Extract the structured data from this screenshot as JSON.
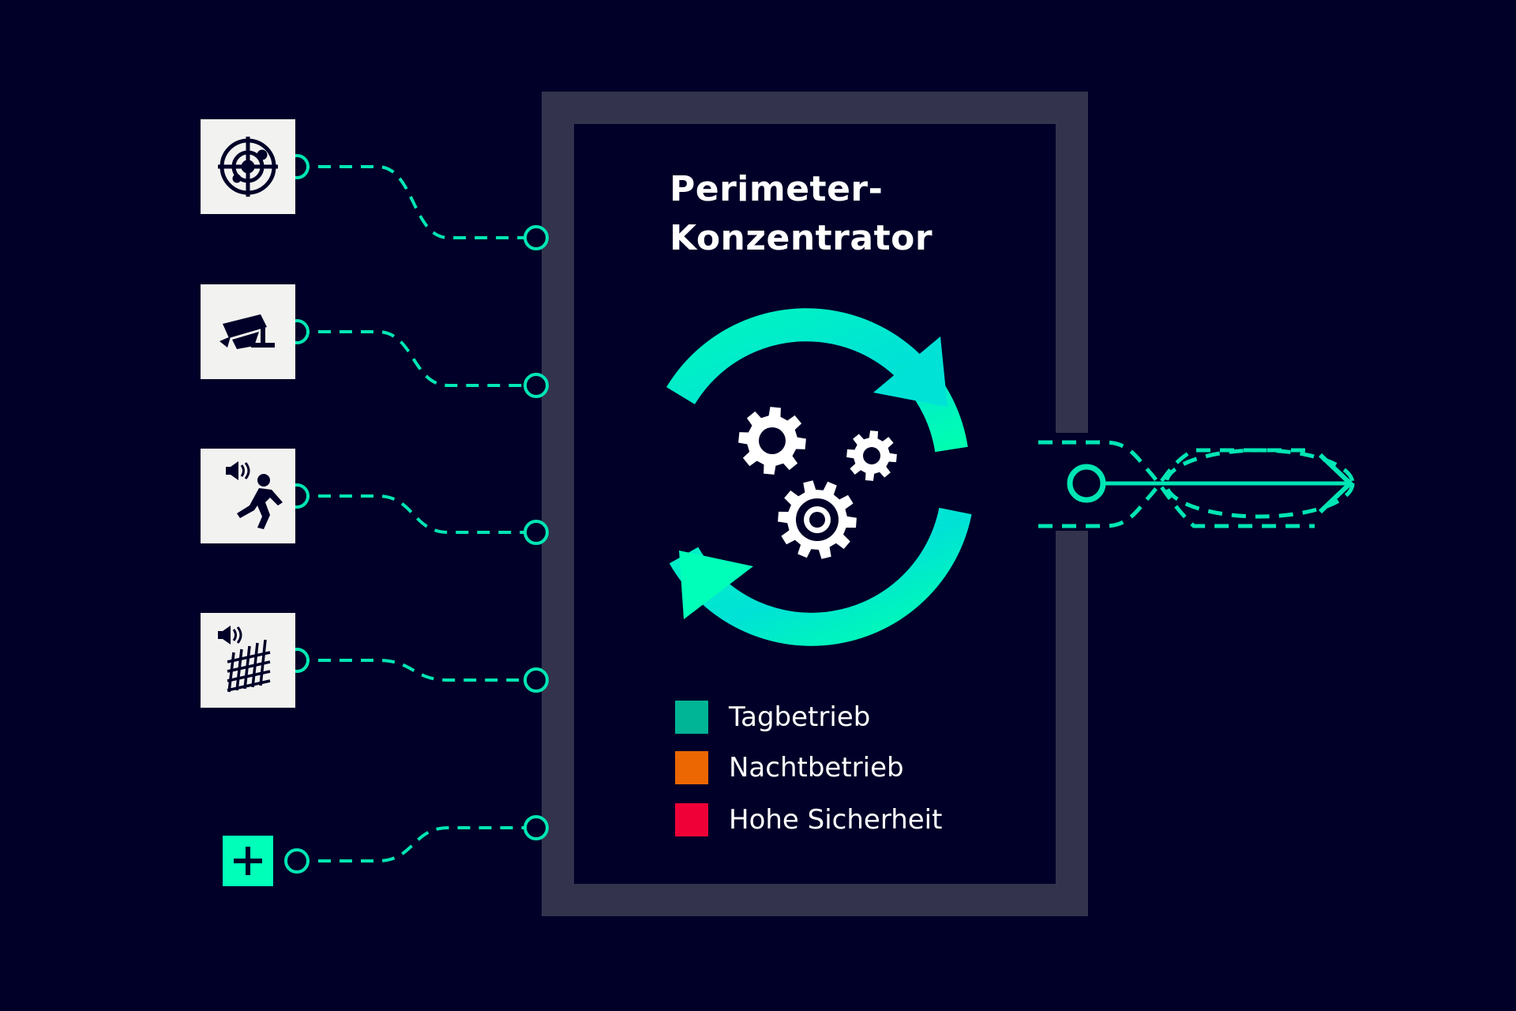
{
  "title": {
    "line1": "Perimeter-",
    "line2": "Konzentrator"
  },
  "colors": {
    "background": "#000028",
    "frame": "#33334d",
    "accent": "#00e6b4",
    "icon_tile": "#f2f2f0",
    "add_tile": "#00ffb9"
  },
  "inputs": [
    {
      "icon": "radar-icon"
    },
    {
      "icon": "surveillance-camera-icon"
    },
    {
      "icon": "person-alarm-icon"
    },
    {
      "icon": "fence-alarm-icon"
    },
    {
      "icon": "plus-icon"
    }
  ],
  "process_icon": "gears-cycle-icon",
  "output_icon": "output-arrow-icon",
  "legend": [
    {
      "label": "Tagbetrieb",
      "color": "#00b496"
    },
    {
      "label": "Nachtbetrieb",
      "color": "#ec6602"
    },
    {
      "label": "Hohe Sicherheit",
      "color": "#ef0137"
    }
  ]
}
